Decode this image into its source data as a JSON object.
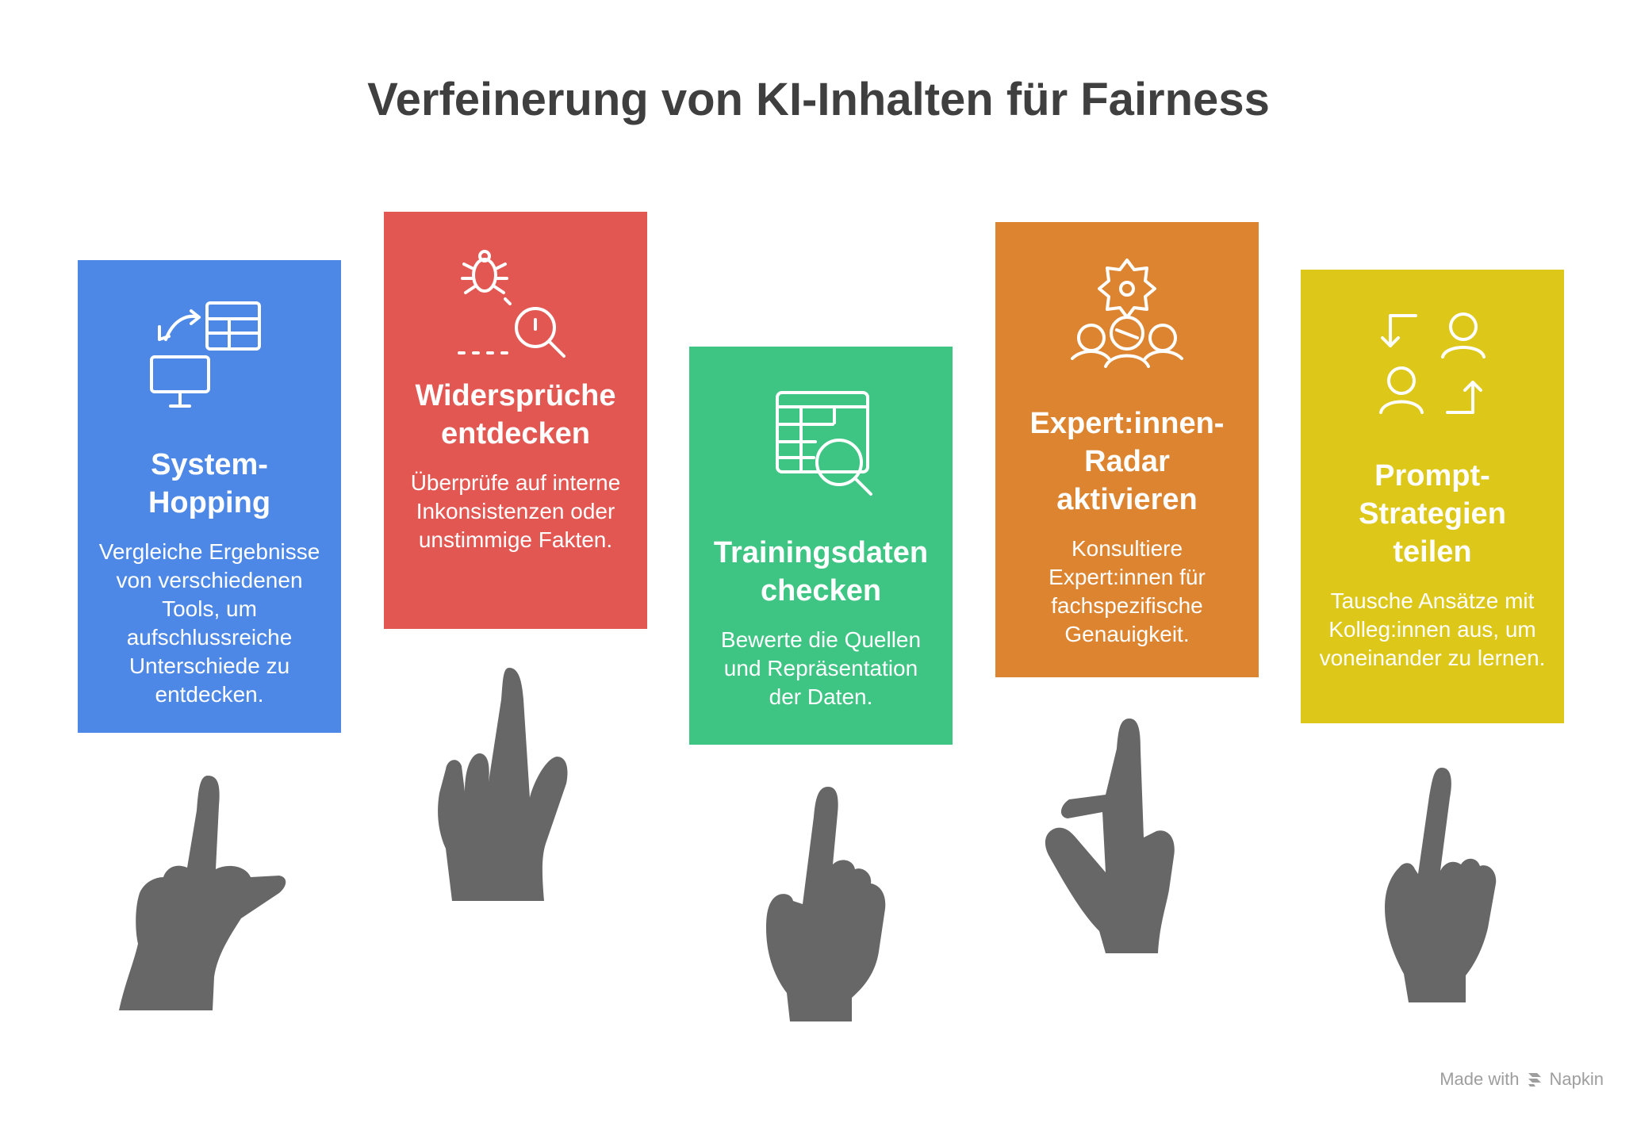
{
  "title": "Verfeinerung von KI-Inhalten für Fairness",
  "cards": [
    {
      "title": "System-\nHopping",
      "description": "Vergleiche Ergebnisse von verschiedenen Tools, um aufschlussreiche Unterschiede zu entdecken.",
      "color": "#4e88e6",
      "icon": "switch-table-monitor-icon"
    },
    {
      "title": "Widersprüche\nentdecken",
      "description": "Überprüfe auf interne Inkonsistenzen oder unstimmige Fakten.",
      "color": "#e35753",
      "icon": "bug-search-icon"
    },
    {
      "title": "Trainingsdaten\nchecken",
      "description": "Bewerte die Quellen und Repräsentation der Daten.",
      "color": "#3ec483",
      "icon": "table-search-icon"
    },
    {
      "title": "Expert:innen-\nRadar\naktivieren",
      "description": "Konsultiere Expert:innen für fachspezifische Genauigkeit.",
      "color": "#dd8431",
      "icon": "expert-group-icon"
    },
    {
      "title": "Prompt-\nStrategien\nteilen",
      "description": "Tausche Ansätze mit Kolleg:innen aus, um voneinander zu lernen.",
      "color": "#ddc718",
      "icon": "user-exchange-icon"
    }
  ],
  "footer": {
    "made_with": "Made with",
    "brand": "Napkin"
  }
}
